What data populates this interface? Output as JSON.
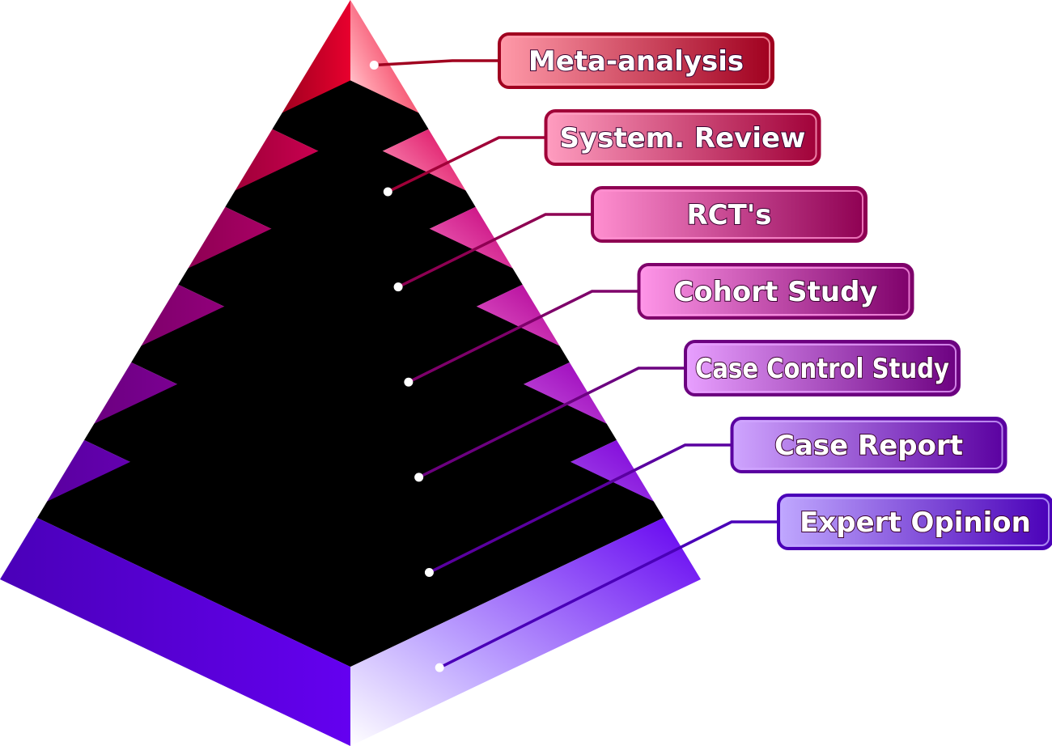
{
  "levels": [
    {
      "label": "Meta-analysis",
      "color": "#e8002e",
      "dark": "#a0001f",
      "accent": "#ff9aa9"
    },
    {
      "label": "System. Review",
      "color": "#d9005a",
      "dark": "#a00038",
      "accent": "#ff9dc0"
    },
    {
      "label": "RCT's",
      "color": "#c4007a",
      "dark": "#8e0052",
      "accent": "#ff8fd0"
    },
    {
      "label": "Cohort Study",
      "color": "#b00096",
      "dark": "#7e006a",
      "accent": "#ff96e8"
    },
    {
      "label": "Case Control Study",
      "color": "#9a00b8",
      "dark": "#6c0080",
      "accent": "#e8a0ff"
    },
    {
      "label": "Case Report",
      "color": "#7e00d8",
      "dark": "#5a00a0",
      "accent": "#cfa5ff"
    },
    {
      "label": "Expert Opinion",
      "color": "#6400f0",
      "dark": "#4a00b8",
      "accent": "#c0a8ff"
    }
  ]
}
